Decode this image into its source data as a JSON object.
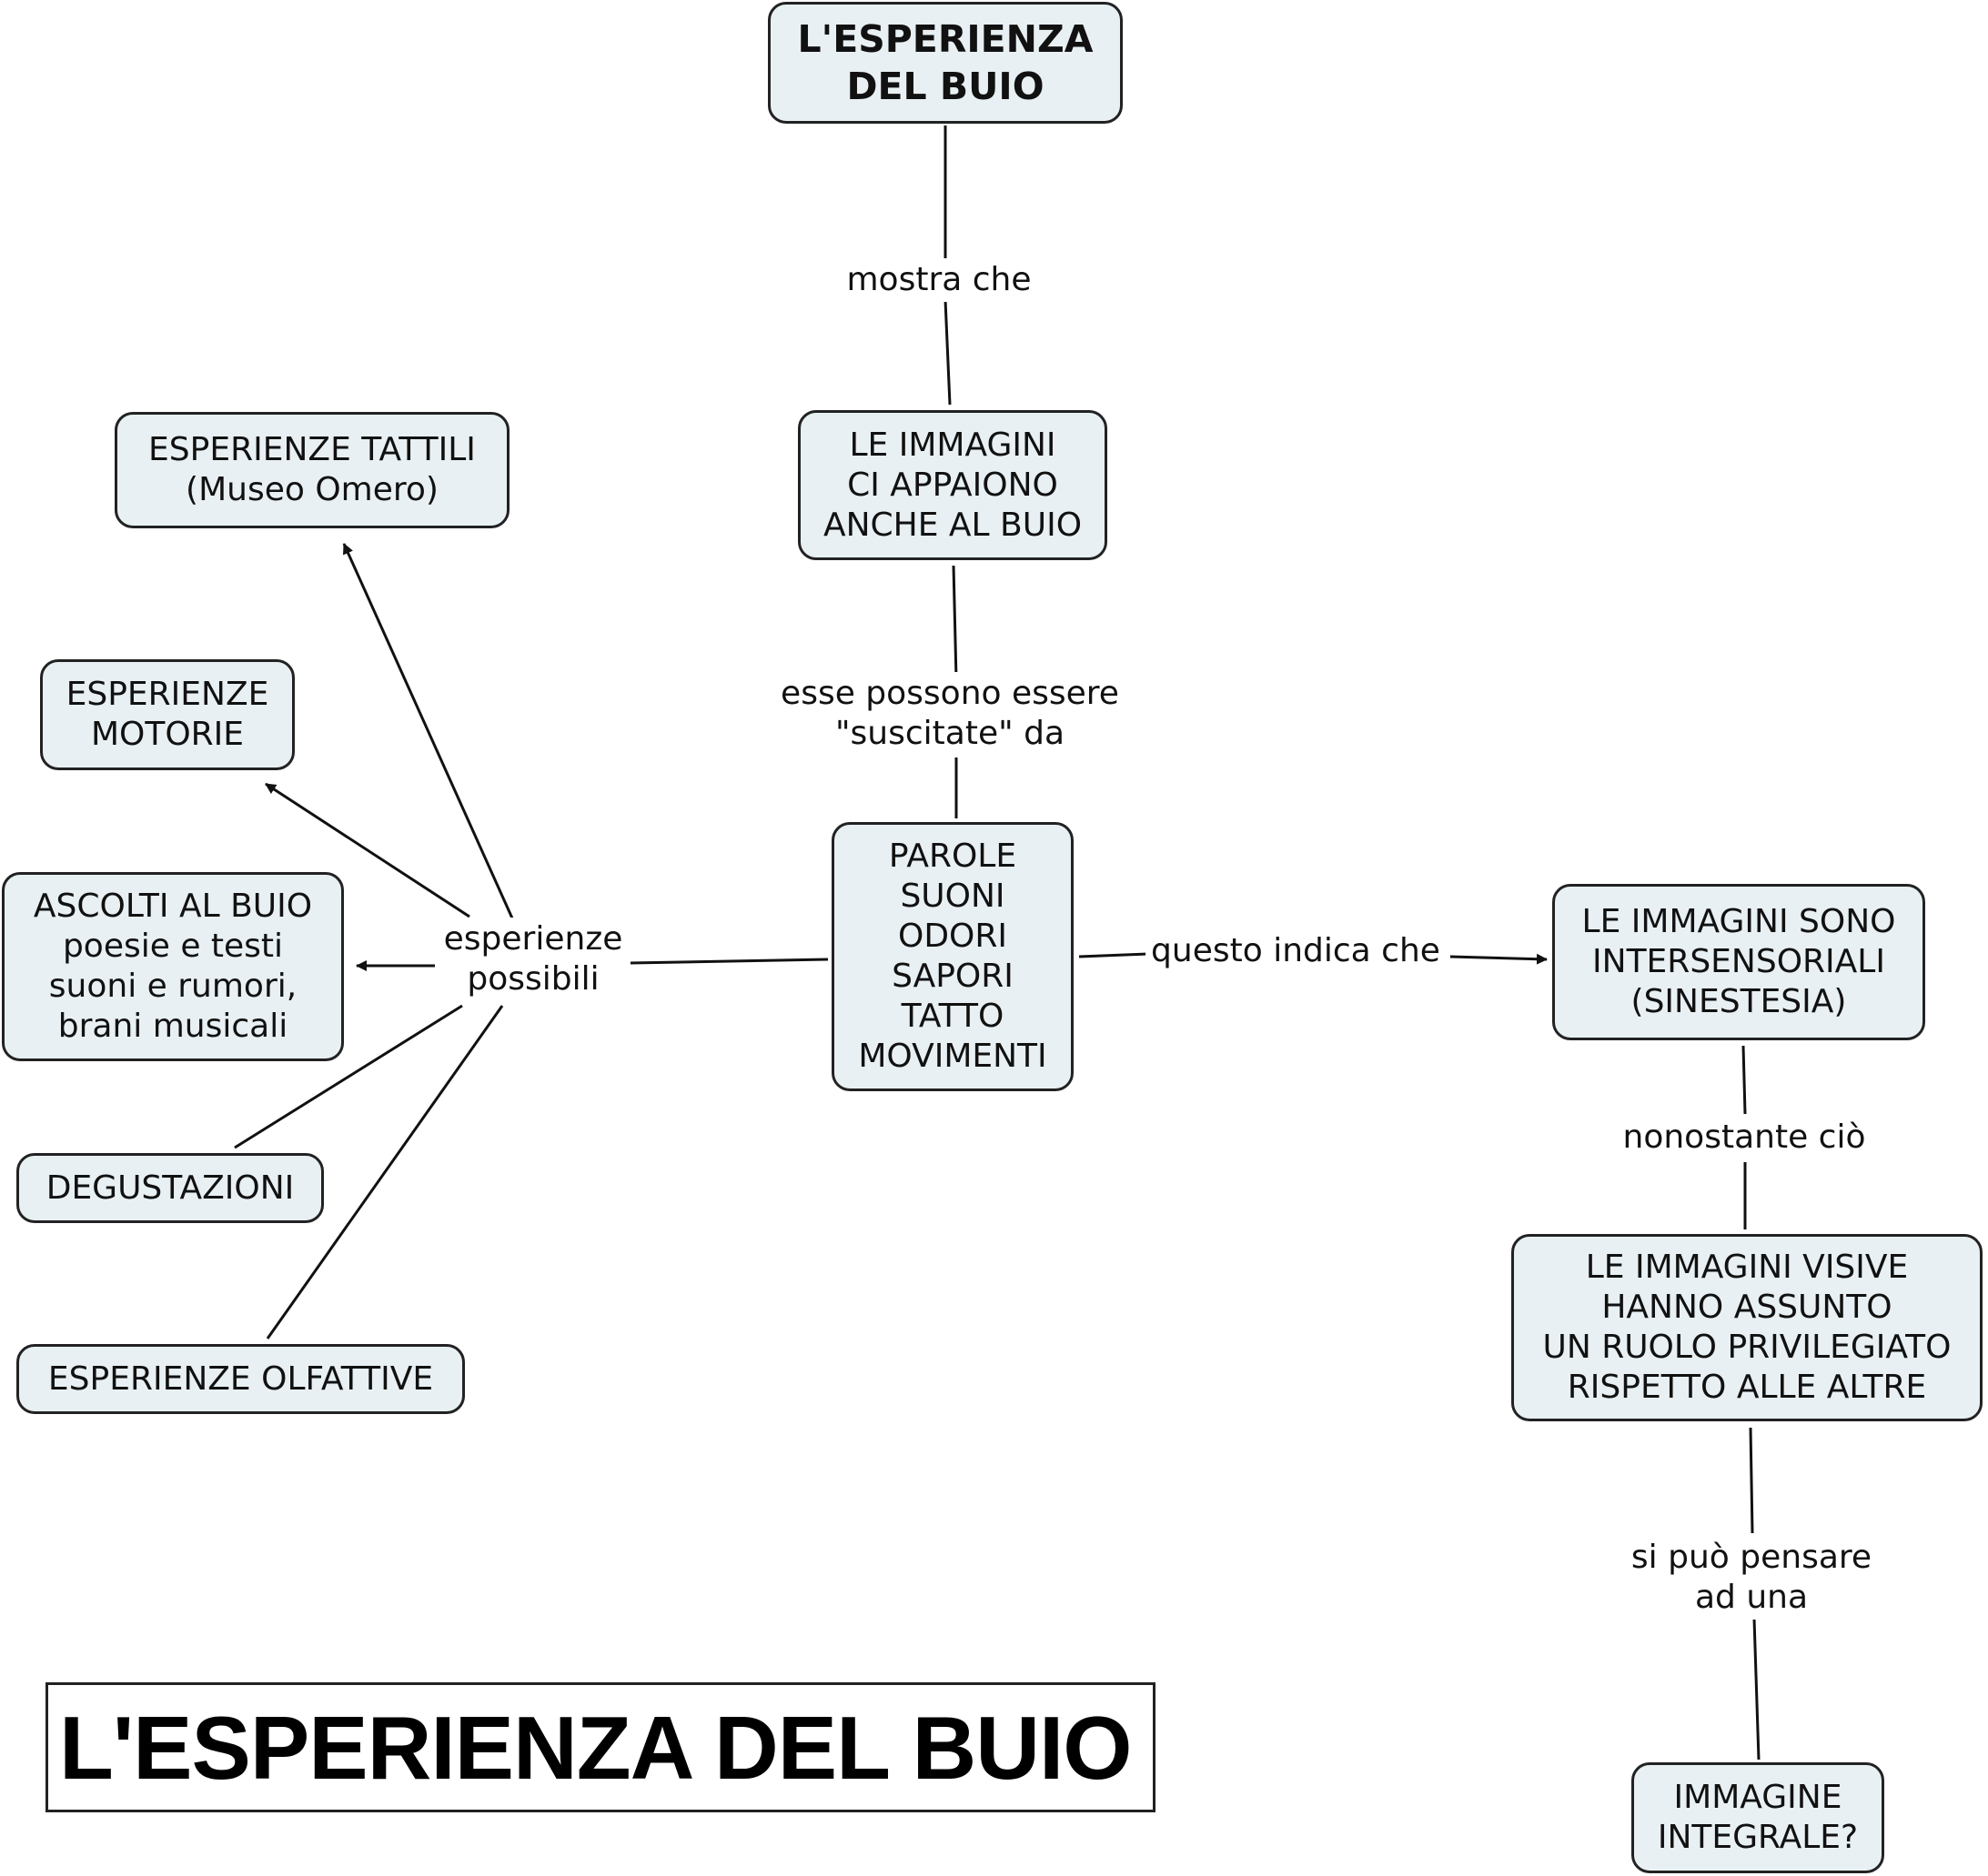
{
  "title": "L'ESPERIENZA DEL BUIO",
  "colors": {
    "node_fill": "#e8f0f3",
    "stroke": "#222222"
  },
  "nodes": {
    "root": [
      "L'ESPERIENZA",
      "DEL BUIO"
    ],
    "immagini_buio": [
      "LE IMMAGINI",
      "CI APPAIONO",
      "ANCHE AL BUIO"
    ],
    "stimoli": [
      "PAROLE",
      "SUONI",
      "ODORI",
      "SAPORI",
      "TATTO",
      "MOVIMENTI"
    ],
    "tattili": [
      "ESPERIENZE TATTILI",
      "(Museo Omero)"
    ],
    "motorie": [
      "ESPERIENZE",
      "MOTORIE"
    ],
    "ascolti": [
      "ASCOLTI AL BUIO",
      "poesie e testi",
      "suoni e rumori,",
      "brani musicali"
    ],
    "degustazioni": [
      "DEGUSTAZIONI"
    ],
    "olfattive": [
      "ESPERIENZE OLFATTIVE"
    ],
    "intersensoriali": [
      "LE IMMAGINI SONO",
      "INTERSENSORIALI",
      "(SINESTESIA)"
    ],
    "visive": [
      "LE IMMAGINI VISIVE",
      "HANNO ASSUNTO",
      "UN RUOLO PRIVILEGIATO",
      "RISPETTO ALLE ALTRE"
    ],
    "integrale": [
      "IMMAGINE",
      "INTEGRALE?"
    ]
  },
  "links": {
    "mostra_che": [
      "mostra che"
    ],
    "suscitate": [
      "esse possono essere",
      "\"suscitate\" da"
    ],
    "esperienze_possibili": [
      "esperienze",
      "possibili"
    ],
    "indica": [
      "questo indica che"
    ],
    "nonostante": [
      "nonostante ciò"
    ],
    "pensare": [
      "si può pensare",
      "ad una"
    ]
  }
}
